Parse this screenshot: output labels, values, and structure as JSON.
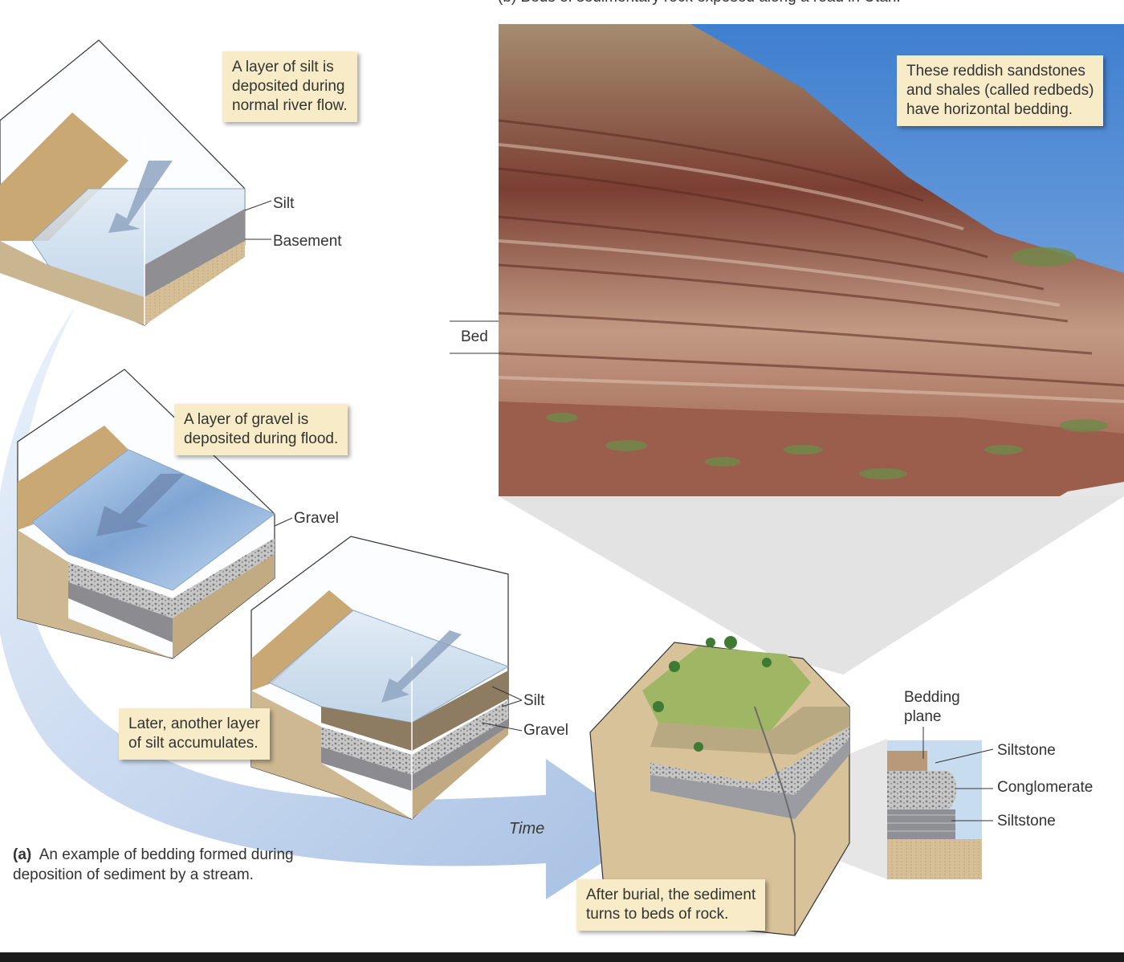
{
  "figure": {
    "part_b_title": "(b)  Beds of sedimentary rock exposed along a road in Utah.",
    "part_a_caption_label": "(a)",
    "part_a_caption_text": "An example of bedding formed during\ndeposition of sediment by a stream.",
    "time_label": "Time"
  },
  "callouts": {
    "silt_deposit": "A layer of silt is\ndeposited during\nnormal river flow.",
    "gravel_deposit": "A layer of gravel is\ndeposited during flood.",
    "silt_later": "Later, another layer\nof silt accumulates.",
    "burial": "After burial, the sediment\nturns to beds of rock.",
    "redbeds": "These reddish sandstones\nand shales (called redbeds)\nhave horizontal bedding."
  },
  "labels": {
    "block1_silt": "Silt",
    "block1_basement": "Basement",
    "block2_gravel": "Gravel",
    "block3_silt": "Silt",
    "block3_gravel": "Gravel",
    "bed": "Bed",
    "bedding_plane": "Bedding\nplane",
    "siltstone_top": "Siltstone",
    "conglomerate": "Conglomerate",
    "siltstone_bottom": "Siltstone"
  },
  "colors": {
    "sediment_tan": "#d8c29a",
    "water_blue": "#b9d3ea",
    "redbed": "#8e4a3a",
    "sky": "#5b93d6",
    "callout_bg": "#f7ecc7",
    "arrow_blue": "#9fbde3"
  }
}
